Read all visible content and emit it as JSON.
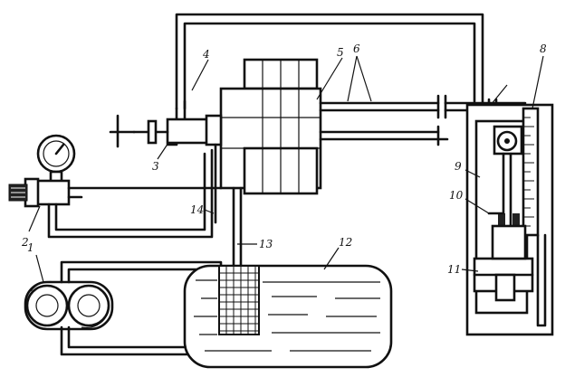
{
  "labels": {
    "l1": "1",
    "l2": "2",
    "l3": "3",
    "l4": "4",
    "l5": "5",
    "l6": "6",
    "l8": "8",
    "l9": "9",
    "l10": "10",
    "l11": "11",
    "l12": "12",
    "l13": "13",
    "l14": "14"
  }
}
